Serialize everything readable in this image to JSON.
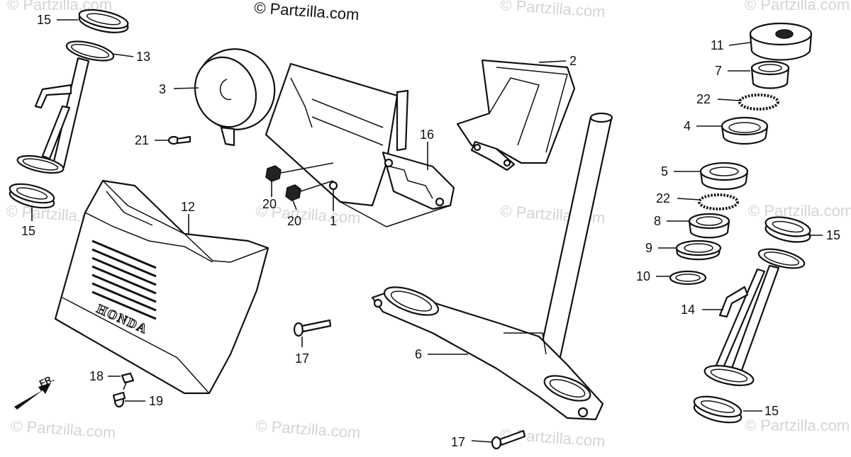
{
  "copyright": "© Partzilla.com",
  "watermark": "© Partzilla.com",
  "direction_label": "FR.",
  "brand_text": "HONDA",
  "callouts": {
    "c1": "1",
    "c2": "2",
    "c3": "3",
    "c4": "4",
    "c5": "5",
    "c6": "6",
    "c7": "7",
    "c8": "8",
    "c9": "9",
    "c10": "10",
    "c11": "11",
    "c12": "12",
    "c13": "13",
    "c14": "14",
    "c15a": "15",
    "c15b": "15",
    "c15c": "15",
    "c15d": "15",
    "c16": "16",
    "c17a": "17",
    "c17b": "17",
    "c18": "18",
    "c19": "19",
    "c20a": "20",
    "c20b": "20",
    "c21": "21",
    "c22a": "22",
    "c22b": "22"
  }
}
